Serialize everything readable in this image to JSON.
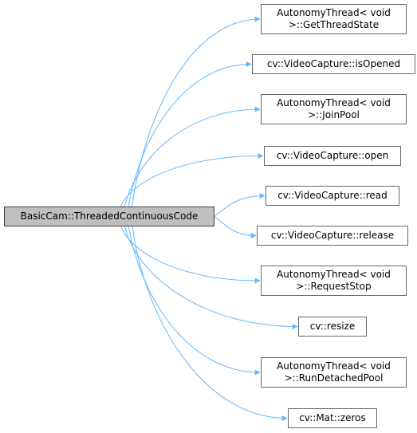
{
  "root": {
    "label": "BasicCam::ThreadedContinuousCode"
  },
  "callees": [
    {
      "lines": [
        "AutonomyThread< void",
        ">::GetThreadState"
      ]
    },
    {
      "lines": [
        "cv::VideoCapture::isOpened"
      ]
    },
    {
      "lines": [
        "AutonomyThread< void",
        ">::JoinPool"
      ]
    },
    {
      "lines": [
        "cv::VideoCapture::open"
      ]
    },
    {
      "lines": [
        "cv::VideoCapture::read"
      ]
    },
    {
      "lines": [
        "cv::VideoCapture::release"
      ]
    },
    {
      "lines": [
        "AutonomyThread< void",
        ">::RequestStop"
      ]
    },
    {
      "lines": [
        "cv::resize"
      ]
    },
    {
      "lines": [
        "AutonomyThread< void",
        ">::RunDetachedPool"
      ]
    },
    {
      "lines": [
        "cv::Mat::zeros"
      ]
    }
  ],
  "colors": {
    "edge": "#63b8ff",
    "root_fill": "#bfbfbf",
    "node_border": "#666666"
  }
}
